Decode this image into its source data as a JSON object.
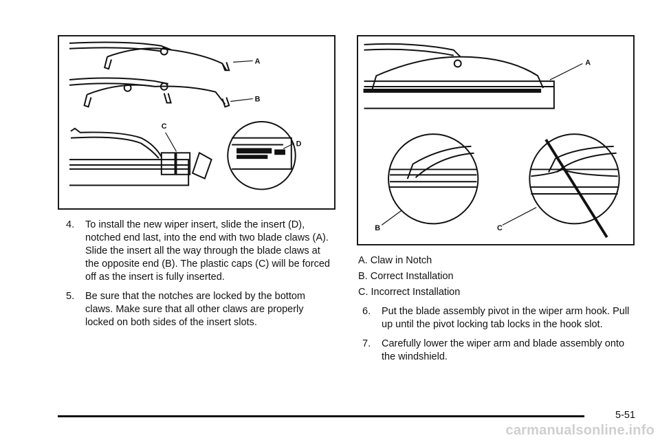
{
  "figure_left": {
    "callouts": {
      "a": "A",
      "b": "B",
      "c": "C",
      "d": "D"
    }
  },
  "figure_right": {
    "callouts": {
      "a": "A",
      "b": "B",
      "c": "C"
    }
  },
  "steps_left": [
    {
      "number": "4.",
      "text": "To install the new wiper insert, slide the insert (D), notched end last, into the end with two blade claws (A). Slide the insert all the way through the blade claws at the opposite end (B). The plastic caps (C) will be forced off as the insert is fully inserted."
    },
    {
      "number": "5.",
      "text": "Be sure that the notches are locked by the bottom claws. Make sure that all other claws are properly locked on both sides of the insert slots."
    }
  ],
  "captions": [
    {
      "letter": "A.",
      "text": "Claw in Notch"
    },
    {
      "letter": "B.",
      "text": "Correct Installation"
    },
    {
      "letter": "C.",
      "text": "Incorrect Installation"
    }
  ],
  "steps_right": [
    {
      "number": "6.",
      "text": "Put the blade assembly pivot in the wiper arm hook. Pull up until the pivot locking tab locks in the hook slot."
    },
    {
      "number": "7.",
      "text": "Carefully lower the wiper arm and blade assembly onto the windshield."
    }
  ],
  "footer": {
    "page_number": "5-51"
  },
  "watermark": "carmanualsonline.info"
}
